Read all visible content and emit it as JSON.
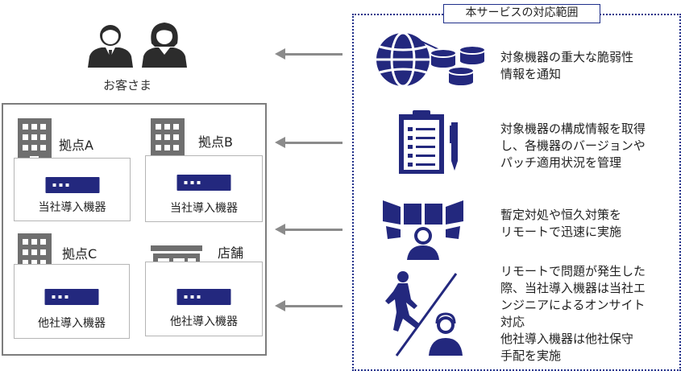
{
  "customers": {
    "label": "お客さま"
  },
  "sites": [
    {
      "name": "拠点A",
      "device": "当社導入機器"
    },
    {
      "name": "拠点B",
      "device": "当社導入機器"
    },
    {
      "name": "拠点C",
      "device": "他社導入機器"
    },
    {
      "name": "店舗",
      "device": "他社導入機器"
    }
  ],
  "scope": {
    "title": "本サービスの対応範囲",
    "items": [
      {
        "icon": "network-database-icon",
        "lines": [
          "対象機器の重大な脆弱性",
          "情報を通知"
        ]
      },
      {
        "icon": "checklist-clipboard-icon",
        "lines": [
          "対象機器の構成情報を取得",
          "し、各機器のバージョンや",
          "パッチ適用状況を管理"
        ]
      },
      {
        "icon": "monitoring-operator-icon",
        "lines": [
          "暫定対処や恒久対策を",
          "リモートで迅速に実施"
        ]
      },
      {
        "icon": "onsite-support-icon",
        "lines": [
          "リモートで問題が発生した",
          "際、当社導入機器は当社エ",
          "ンジニアによるオンサイト",
          "対応",
          "他社導入機器は他社保守",
          "手配を実施"
        ]
      }
    ]
  },
  "colors": {
    "navy": "#23287e",
    "gray_icon": "#6f6f6f",
    "arrow": "#8b8b8b",
    "scope_border": "#1f2f8a"
  }
}
